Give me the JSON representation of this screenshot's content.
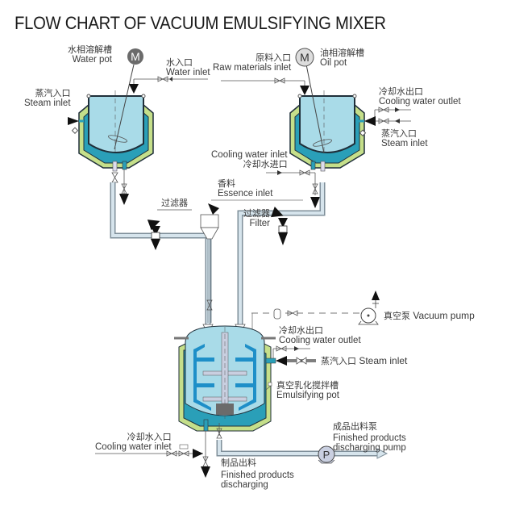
{
  "title": "FLOW CHART OF VACUUM EMULSIFYING MIXER",
  "colors": {
    "tank_fill": "#a9dbe8",
    "jacket_teal": "#2a9fb8",
    "insulation_green": "#c5df8a",
    "outline": "#1f2f3a",
    "pipe_fill": "#d6e4ec",
    "pipe_stroke": "#7f8f9a",
    "agitator_blue": "#1e8fc8",
    "paddle_grey": "#c9cfe0",
    "motor_grey": "#6b6b6b"
  },
  "labels": {
    "water_pot": {
      "cn": "水相溶解槽",
      "en": "Water pot"
    },
    "water_inlet": {
      "cn": "水入口",
      "en": "Water inlet"
    },
    "raw_materials_inlet": {
      "cn": "原料入口",
      "en": "Raw materials inlet"
    },
    "oil_pot": {
      "cn": "油相溶解槽",
      "en": "Oil pot"
    },
    "steam_inlet_left": {
      "cn": "蒸汽入口",
      "en": "Steam inlet"
    },
    "cooling_water_outlet_right": {
      "cn": "冷却水出口",
      "en": "Cooling water outlet"
    },
    "steam_inlet_right": {
      "cn": "蒸汽入口",
      "en": "Steam inlet"
    },
    "cooling_water_inlet_top": {
      "cn": "冷却水进口",
      "en": "Cooling water inlet"
    },
    "essence_inlet": {
      "cn": "香料",
      "en": "Essence inlet"
    },
    "filter_left": {
      "cn": "过滤器",
      "en": ""
    },
    "filter_right": {
      "cn": "过滤器",
      "en": "Filter"
    },
    "vacuum_pump": {
      "cn": "真空泵",
      "en": "Vacuum pump"
    },
    "cooling_water_outlet_main": {
      "cn": "冷却水出口",
      "en": "Cooling water outlet"
    },
    "steam_inlet_main": {
      "cn": "蒸汽入口",
      "en": "Steam inlet"
    },
    "emulsifying_pot": {
      "cn": "真空乳化搅拌槽",
      "en": "Emulsifying pot"
    },
    "cooling_water_inlet_bottom": {
      "cn": "冷却水入口",
      "en": "Cooling water inlet"
    },
    "finished_products_discharging": {
      "cn": "制品出料",
      "en1": "Finished products",
      "en2": "discharging"
    },
    "discharging_pump": {
      "cn": "成品出料泵",
      "en1": "Finished products",
      "en2": "discharging pump"
    }
  },
  "symbols": {
    "motor": "M",
    "pump": "P"
  }
}
